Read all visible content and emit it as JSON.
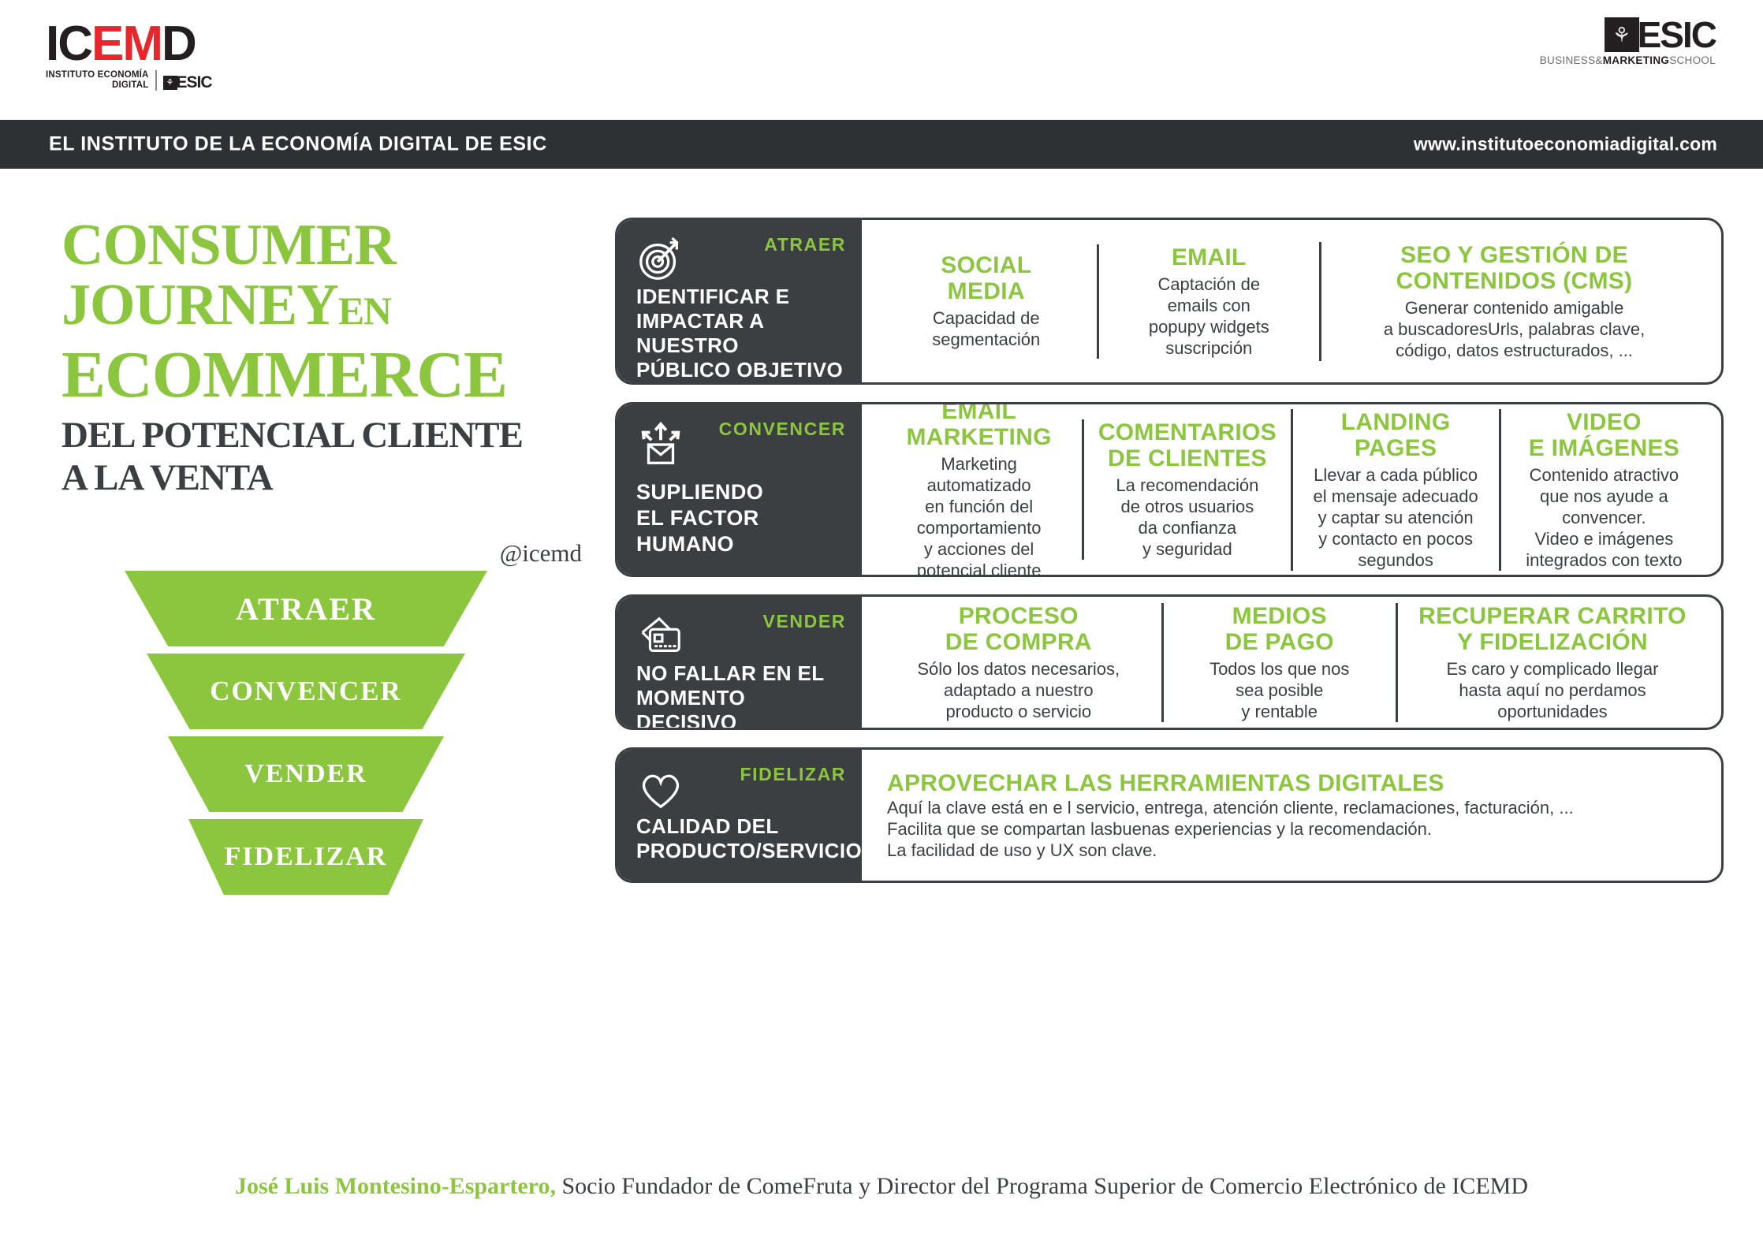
{
  "brand": {
    "icemd_word_part1": "IC",
    "icemd_word_part2": "EM",
    "icemd_word_part3": "D",
    "icemd_sub_line1": "INSTITUTO ECONOMÍA",
    "icemd_sub_line2": "DIGITAL",
    "icemd_esic_word": "ESIC",
    "esic_word": "ESIC",
    "esic_tagline_1": "BUSINESS&",
    "esic_tagline_2": "MARKETING",
    "esic_tagline_3": "SCHOOL",
    "accent_green": "#8CC63E",
    "dark": "#3B3F42",
    "red": "#E8272C"
  },
  "topbar": {
    "left_text": "EL INSTITUTO DE LA ECONOMÍA DIGITAL DE ESIC",
    "right_text": "www.institutoeconomiadigital.com"
  },
  "title": {
    "line1": "CONSUMER",
    "line2": "JOURNEY",
    "line2_small": "EN",
    "line3": "ECOMMERCE",
    "line4a": "DEL POTENCIAL CLIENTE",
    "line4b": "A LA VENTA",
    "handle": "@icemd"
  },
  "funnel": {
    "segments": [
      {
        "label": "ATRAER"
      },
      {
        "label": "CONVENCER"
      },
      {
        "label": "VENDER"
      },
      {
        "label": "FIDELIZAR"
      }
    ]
  },
  "cards": [
    {
      "stage": "ATRAER",
      "icon": "target-arrow-icon",
      "heading_lines": [
        "IDENTIFICAR E",
        "IMPACTAR A NUESTRO",
        "PÚBLICO OBJETIVO"
      ],
      "columns": [
        {
          "title_lines": [
            "SOCIAL",
            "MEDIA"
          ],
          "desc_lines": [
            "Capacidad de",
            "segmentación"
          ]
        },
        {
          "title_lines": [
            "EMAIL"
          ],
          "desc_lines": [
            "Captación de",
            "emails con",
            "popupy widgets",
            "suscripción"
          ]
        },
        {
          "title_lines": [
            "SEO Y GESTIÓN  DE",
            "CONTENIDOS (CMS)"
          ],
          "desc_lines": [
            "Generar contenido amigable",
            "a buscadoresUrls, palabras clave,",
            "código, datos estructurados, ..."
          ]
        }
      ]
    },
    {
      "stage": "CONVENCER",
      "icon": "envelope-share-icon",
      "heading_lines": [
        "SUPLIENDO",
        "EL FACTOR",
        "HUMANO"
      ],
      "columns": [
        {
          "title_lines": [
            "EMAIL",
            "MARKETING"
          ],
          "desc_lines": [
            "Marketing automatizado",
            "en función del",
            "comportamiento",
            "y acciones del",
            "potencial cliente"
          ]
        },
        {
          "title_lines": [
            "COMENTARIOS",
            "DE CLIENTES"
          ],
          "desc_lines": [
            "La recomendación",
            "de otros usuarios",
            "da confianza",
            "y seguridad"
          ]
        },
        {
          "title_lines": [
            "LANDING",
            "PAGES"
          ],
          "desc_lines": [
            "Llevar a cada público",
            "el mensaje adecuado",
            "y captar su atención",
            "y contacto en pocos",
            "segundos"
          ]
        },
        {
          "title_lines": [
            "VIDEO",
            "E IMÁGENES"
          ],
          "desc_lines": [
            "Contenido atractivo",
            "que nos ayude a",
            "convencer.",
            "Video e imágenes",
            "integrados con texto"
          ]
        }
      ]
    },
    {
      "stage": "VENDER",
      "icon": "credit-card-icon",
      "heading_lines": [
        "NO FALLAR EN EL",
        "MOMENTO DECISIVO"
      ],
      "columns": [
        {
          "title_lines": [
            "PROCESO",
            "DE COMPRA"
          ],
          "desc_lines": [
            "Sólo los datos necesarios,",
            "adaptado a nuestro",
            "producto o servicio"
          ]
        },
        {
          "title_lines": [
            "MEDIOS",
            "DE PAGO"
          ],
          "desc_lines": [
            "Todos los que nos",
            "sea posible",
            "y rentable"
          ]
        },
        {
          "title_lines": [
            "RECUPERAR CARRITO",
            "Y FIDELIZACIÓN"
          ],
          "desc_lines": [
            "Es caro y complicado llegar",
            "hasta aquí no perdamos",
            "oportunidades"
          ]
        }
      ]
    },
    {
      "stage": "FIDELIZAR",
      "icon": "heart-icon",
      "heading_lines": [
        "CALIDAD DEL",
        "PRODUCTO/SERVICIO"
      ],
      "wide": {
        "title": "APROVECHAR LAS HERRAMIENTAS DIGITALES",
        "lines": [
          "Aquí la clave está en e l servicio, entrega, atención cliente, reclamaciones, facturación, ...",
          "Facilita que se compartan lasbuenas experiencias y la recomendación.",
          "La facilidad de uso y UX son clave."
        ]
      }
    }
  ],
  "footer": {
    "author": "José Luis Montesino-Espartero,",
    "role": " Socio Fundador de ComeFruta y Director del Programa Superior de Comercio Electrónico de ICEMD"
  }
}
